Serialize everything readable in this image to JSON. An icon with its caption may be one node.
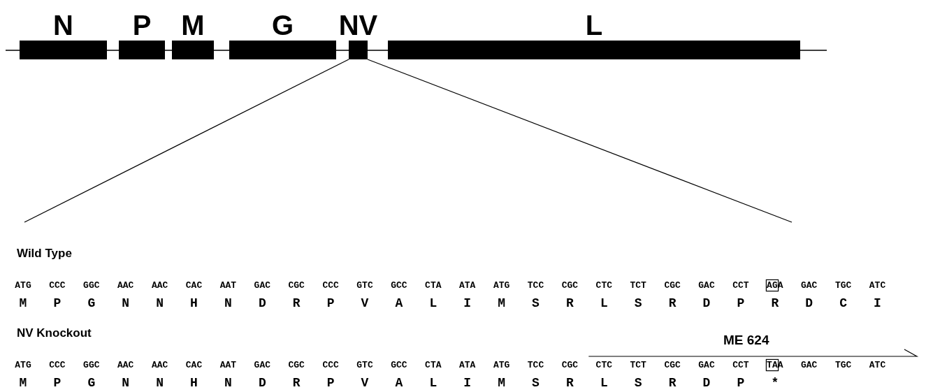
{
  "diagram": {
    "nodes": [
      {
        "text": [
          "N"
        ]
      },
      {
        "text": [
          "P"
        ]
      },
      {
        "text": [
          "M"
        ]
      },
      {
        "text": [
          "G"
        ]
      },
      {
        "text": [
          "NV"
        ]
      },
      {
        "text": [
          "L"
        ]
      },
      {
        "text": [
          "Wild Type",
          "NV Knockout"
        ]
      }
    ],
    "edges": [
      {
        "from": 4,
        "to": 6,
        "arrow": "none"
      },
      {
        "from": 4,
        "to": 6,
        "arrow": "none"
      }
    ],
    "labels": [
      "ATG",
      "CCC",
      "GGC",
      "AAC",
      "AAC",
      "CAC",
      "AAT",
      "GAC",
      "CGC",
      "CCC",
      "GTC",
      "GCC",
      "CTA",
      "ATA",
      "ATG",
      "TCC",
      "CGC",
      "CTC",
      "TCT",
      "CGC",
      "GAC",
      "CCT",
      "AGA",
      "GAC",
      "TGC",
      "ATC",
      "M",
      "P",
      "G",
      "N",
      "N",
      "H",
      "N",
      "D",
      "R",
      "P",
      "V",
      "A",
      "L",
      "I",
      "M",
      "S",
      "R",
      "L",
      "S",
      "R",
      "D",
      "P",
      "R",
      "D",
      "C",
      "I",
      "ME 624",
      "ATG",
      "CCC",
      "GGC",
      "AAC",
      "AAC",
      "CAC",
      "AAT",
      "GAC",
      "CGC",
      "CCC",
      "GTC",
      "GCC",
      "CTA",
      "ATA",
      "ATG",
      "TCC",
      "CGC",
      "CTC",
      "TCT",
      "CGC",
      "GAC",
      "CCT",
      "TAA",
      "GAC",
      "TGC",
      "ATC",
      "M",
      "P",
      "G",
      "N",
      "N",
      "H",
      "N",
      "D",
      "R",
      "P",
      "V",
      "A",
      "L",
      "I",
      "M",
      "S",
      "R",
      "L",
      "S",
      "R",
      "D",
      "P",
      "*"
    ]
  }
}
